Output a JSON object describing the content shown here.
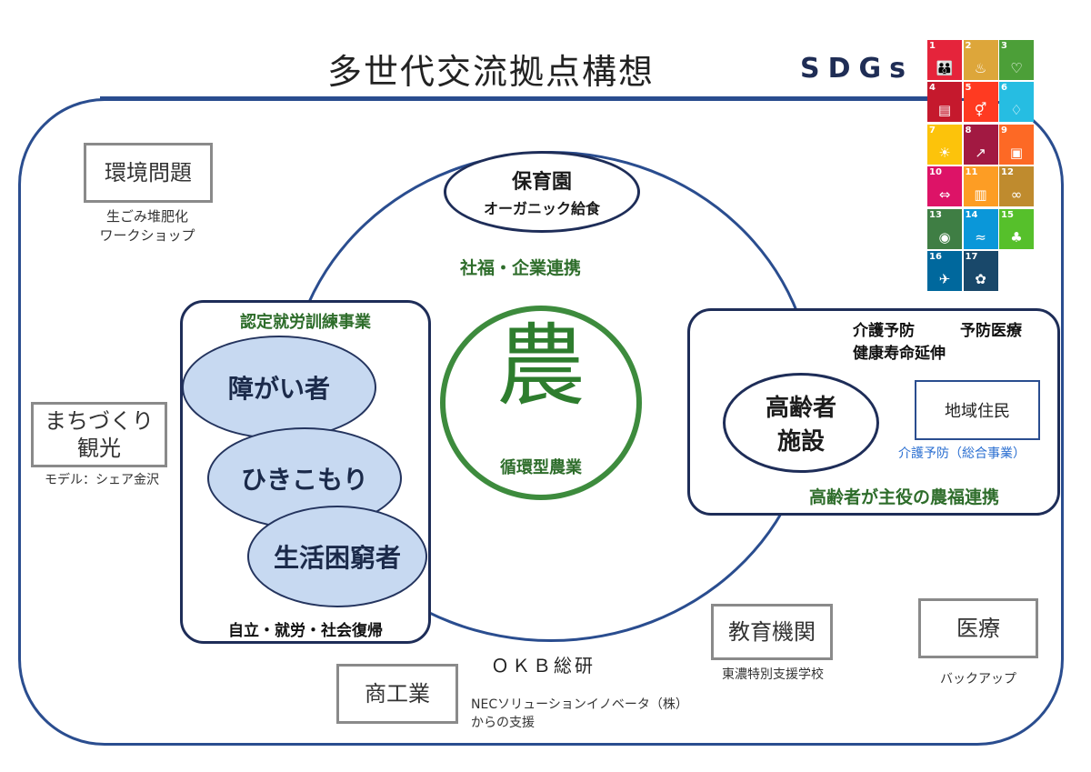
{
  "title": "多世代交流拠点構想",
  "sdgs_label": "SDGs",
  "sdgs": {
    "tiles": [
      {
        "number": "1",
        "color": "#e5243b",
        "icon": "family-icon",
        "glyph": "👪"
      },
      {
        "number": "2",
        "color": "#dda63a",
        "icon": "bowl-icon",
        "glyph": "♨"
      },
      {
        "number": "3",
        "color": "#4c9f38",
        "icon": "heartbeat-icon",
        "glyph": "♡"
      },
      {
        "number": "4",
        "color": "#c5192d",
        "icon": "book-icon",
        "glyph": "▤"
      },
      {
        "number": "5",
        "color": "#ff3a21",
        "icon": "gender-icon",
        "glyph": "⚥"
      },
      {
        "number": "6",
        "color": "#26bde2",
        "icon": "water-icon",
        "glyph": "♢"
      },
      {
        "number": "7",
        "color": "#fcc30b",
        "icon": "sun-icon",
        "glyph": "☀"
      },
      {
        "number": "8",
        "color": "#a21942",
        "icon": "growth-chart-icon",
        "glyph": "↗"
      },
      {
        "number": "9",
        "color": "#fd6925",
        "icon": "cubes-icon",
        "glyph": "▣"
      },
      {
        "number": "10",
        "color": "#dd1367",
        "icon": "equality-icon",
        "glyph": "⇔"
      },
      {
        "number": "11",
        "color": "#fd9d24",
        "icon": "city-icon",
        "glyph": "▥"
      },
      {
        "number": "12",
        "color": "#bf8b2e",
        "icon": "infinity-icon",
        "glyph": "∞"
      },
      {
        "number": "13",
        "color": "#3f7e44",
        "icon": "eye-icon",
        "glyph": "◉"
      },
      {
        "number": "14",
        "color": "#0a97d9",
        "icon": "fish-icon",
        "glyph": "≈"
      },
      {
        "number": "15",
        "color": "#56c02b",
        "icon": "tree-icon",
        "glyph": "♣"
      },
      {
        "number": "16",
        "color": "#00689d",
        "icon": "dove-icon",
        "glyph": "✈"
      },
      {
        "number": "17",
        "color": "#19486a",
        "icon": "flower-icon",
        "glyph": "✿"
      },
      {
        "number": "",
        "color": "#ffffff",
        "icon": "",
        "glyph": ""
      }
    ]
  },
  "left_boxes": {
    "environment": {
      "label": "環境問題",
      "caption_line1": "生ごみ堆肥化",
      "caption_line2": "ワークショップ"
    },
    "town": {
      "label_line1": "まちづくり",
      "label_line2": "観光",
      "caption": "モデル：シェア金沢"
    }
  },
  "nursery": {
    "title": "保育園",
    "subtitle": "オーガニック給食"
  },
  "welfare_link": "社福・企業連携",
  "center": {
    "kanji": "農",
    "caption": "循環型農業"
  },
  "training": {
    "title": "認定就労訓練事業",
    "groups": [
      "障がい者",
      "ひきこもり",
      "生活困窮者"
    ],
    "footer": "自立・就労・社会復帰"
  },
  "elderly": {
    "line1_a": "介護予防",
    "line1_b": "予防医療",
    "line2": "健康寿命延伸",
    "facility_line1": "高齢者",
    "facility_line2": "施設",
    "residents": "地域住民",
    "residents_caption": "介護予防（総合事業）",
    "footer": "高齢者が主役の農福連携"
  },
  "okb": "ＯＫＢ総研",
  "commerce": {
    "label": "商工業",
    "caption_line1": "NECソリューションイノベータ（株）",
    "caption_line2": "からの支援"
  },
  "education": {
    "label": "教育機関",
    "caption": "東濃特別支援学校"
  },
  "medical": {
    "label": "医療",
    "caption": "バックアップ"
  }
}
